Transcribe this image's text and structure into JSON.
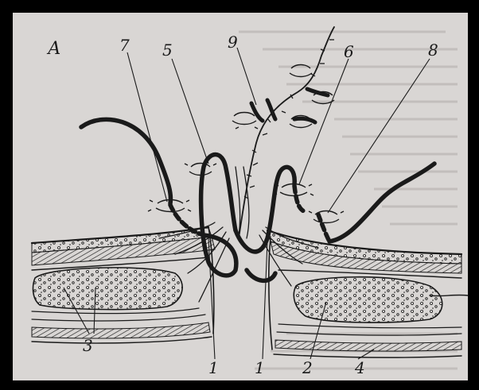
{
  "figure": {
    "panel_letter": "А",
    "labels": {
      "l1a": "1",
      "l1b": "1",
      "l2": "2",
      "l3": "3",
      "l4": "4",
      "l5": "5",
      "l6": "6",
      "l7": "7",
      "l8": "8",
      "l9": "9"
    }
  },
  "colors": {
    "frame": "#000000",
    "paper": "#d9d6d4",
    "ink": "#1a1a1a"
  }
}
